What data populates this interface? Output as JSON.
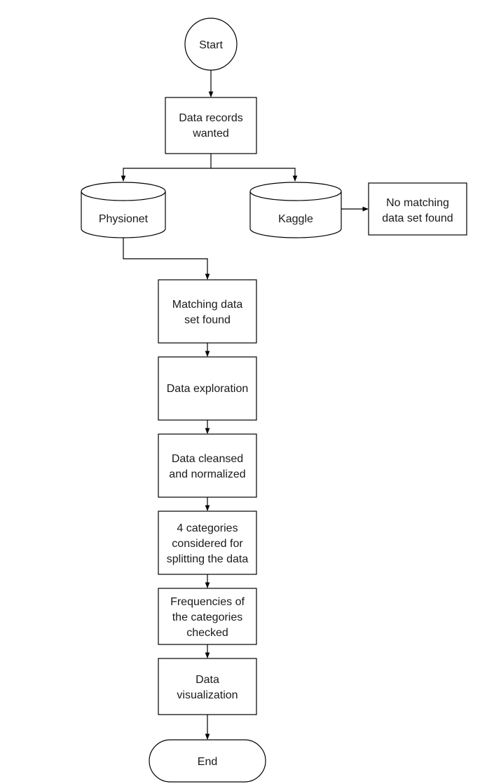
{
  "nodes": {
    "start": {
      "line1": "Start"
    },
    "records": {
      "line1": "Data records",
      "line2": "wanted"
    },
    "physionet": {
      "line1": "Physionet"
    },
    "kaggle": {
      "line1": "Kaggle"
    },
    "no_match": {
      "line1": "No matching",
      "line2": "data set found"
    },
    "match": {
      "line1": "Matching data",
      "line2": "set found"
    },
    "exploration": {
      "line1": "Data exploration"
    },
    "cleansed": {
      "line1": "Data cleansed",
      "line2": "and normalized"
    },
    "categories": {
      "line1": "4 categories",
      "line2": "considered for",
      "line3": "splitting the data"
    },
    "frequencies": {
      "line1": "Frequencies of",
      "line2": "the categories",
      "line3": "checked"
    },
    "visualization": {
      "line1": "Data",
      "line2": "visualization"
    },
    "end": {
      "line1": "End"
    }
  }
}
